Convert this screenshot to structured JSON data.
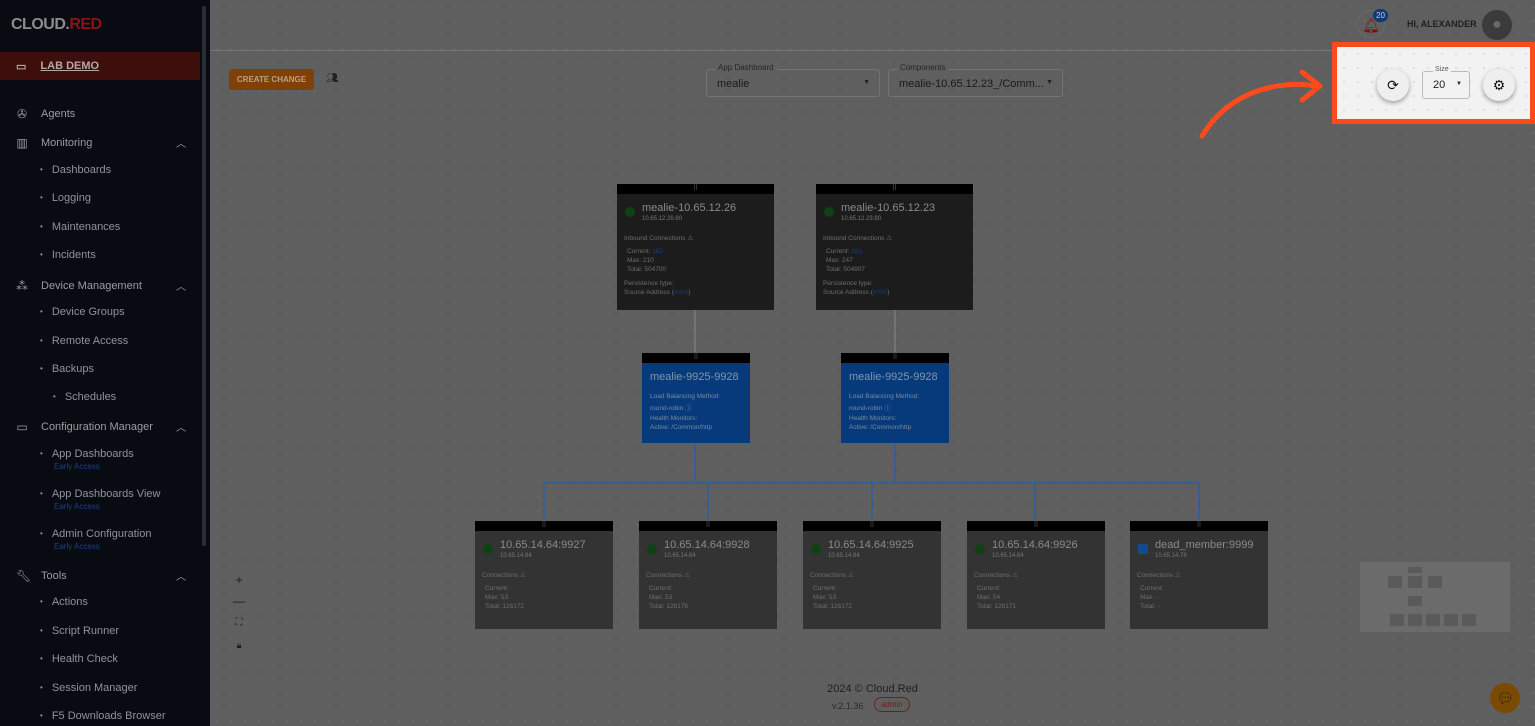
{
  "brand": {
    "logo_left": "CLOUD.",
    "logo_right": "RED"
  },
  "sidebar": {
    "active": "LAB DEMO",
    "sections": [
      {
        "label": "Agents"
      },
      {
        "label": "Monitoring",
        "items": [
          "Dashboards",
          "Logging",
          "Maintenances",
          "Incidents"
        ]
      },
      {
        "label": "Device Management",
        "items": [
          "Device Groups",
          "Remote Access",
          "Backups",
          "Schedules"
        ]
      },
      {
        "label": "Configuration Manager",
        "items": [
          "App Dashboards",
          "App Dashboards View",
          "Admin Configuration"
        ],
        "badge": "Early Access"
      },
      {
        "label": "Tools",
        "items": [
          "Actions",
          "Script Runner",
          "Health Check",
          "Session Manager",
          "F5 Downloads Browser"
        ]
      }
    ]
  },
  "header": {
    "notifications": "20",
    "greeting": "HI, ALEXANDER"
  },
  "toolbar": {
    "create_change": "CREATE CHANGE",
    "app_dashboard_label": "App Dashboard",
    "app_dashboard_value": "mealie",
    "components_label": "Components",
    "components_value": "mealie-10.65.12.23_/Comm...",
    "size_label": "Size",
    "size_value": "20"
  },
  "virtual_servers": [
    {
      "name": "mealie-10.65.12.26",
      "addr": "10.65.12.26:80",
      "conn_label": "Inbound Connections",
      "current_label": "Current:",
      "current": "162",
      "max_label": "Max:",
      "max": "210",
      "total_label": "Total:",
      "total": "504700",
      "persist_label": "Persistence type:",
      "persist": "Source Address (",
      "persist_link": "####",
      "persist_end": ")"
    },
    {
      "name": "mealie-10.65.12.23",
      "addr": "10.65.12.23:80",
      "conn_label": "Inbound Connections",
      "current_label": "Current:",
      "current": "161",
      "max_label": "Max:",
      "max": "247",
      "total_label": "Total:",
      "total": "504907",
      "persist_label": "Persistence type:",
      "persist": "Source Address (",
      "persist_link": "####",
      "persist_end": ")"
    }
  ],
  "pools": [
    {
      "name": "mealie-9925-9928",
      "lb_label": "Load Balancing Method:",
      "lb": "round-robin",
      "hm_label": "Health Monitors:",
      "hm": "Active: /Common/http"
    },
    {
      "name": "mealie-9925-9928",
      "lb_label": "Load Balancing Method:",
      "lb": "round-robin",
      "hm_label": "Health Monitors:",
      "hm": "Active: /Common/http"
    }
  ],
  "members": [
    {
      "name": "10.65.14.64:9927",
      "addr": "10.65.14.64",
      "max": "53",
      "total": "126172",
      "status": "up"
    },
    {
      "name": "10.65.14.64:9928",
      "addr": "10.65.14.64",
      "max": "53",
      "total": "126176",
      "status": "up"
    },
    {
      "name": "10.65.14.64:9925",
      "addr": "10.65.14.64",
      "max": "53",
      "total": "126172",
      "status": "up"
    },
    {
      "name": "10.65.14.64:9926",
      "addr": "10.65.14.64",
      "max": "54",
      "total": "126171",
      "status": "up"
    },
    {
      "name": "dead_member:9999",
      "addr": "10.65.14.78",
      "max": "-",
      "total": "-",
      "status": "unknown"
    }
  ],
  "member_labels": {
    "conn": "Connections",
    "current": "Current:",
    "max": "Max:",
    "total": "Total:"
  },
  "footer": {
    "copyright": "2024  © Cloud.Red",
    "version": "v.2.1.36",
    "role": "admin"
  },
  "colors": {
    "accent": "#ff4a1c",
    "brand_red": "#c62828",
    "pool_blue": "#0d47a1"
  }
}
